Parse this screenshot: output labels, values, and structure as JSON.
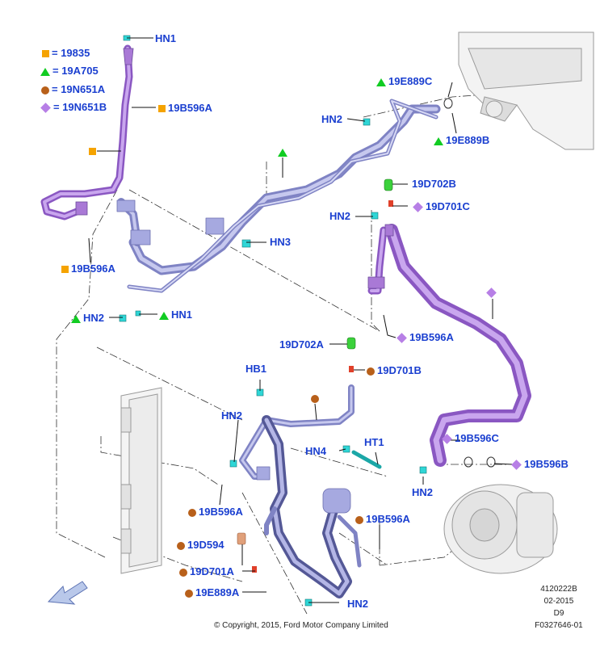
{
  "legend": [
    {
      "symbol": "square",
      "color": "#f5a300",
      "text": "= 19835"
    },
    {
      "symbol": "triangle",
      "color": "#11cc22",
      "text": "= 19A705"
    },
    {
      "symbol": "circle",
      "color": "#b8601a",
      "text": "= 19N651A"
    },
    {
      "symbol": "diamond",
      "color": "#b77fe6",
      "text": "= 19N651B"
    }
  ],
  "callouts": {
    "hn1_top": "HN1",
    "b596a_top": "19B596A",
    "b596a_left": "19B596A",
    "hn2_left": "HN2",
    "hn1_left": "HN1",
    "e889c": "19E889C",
    "hn2_upper": "HN2",
    "e889b": "19E889B",
    "d702b": "19D702B",
    "d701c": "19D701C",
    "hn2_mid": "HN2",
    "hn3": "HN3",
    "b596a_mid": "19B596A",
    "d702a": "19D702A",
    "d701b": "19D701B",
    "hb1": "HB1",
    "hn2_low": "HN2",
    "hn4": "HN4",
    "ht1": "HT1",
    "b596c": "19B596C",
    "b596b": "19B596B",
    "hn2_right": "HN2",
    "b596a_low": "19B596A",
    "b596a_lowmid": "19B596A",
    "d594": "19D594",
    "d701a": "19D701A",
    "e889a": "19E889A",
    "hn2_bottom": "HN2"
  },
  "footer": {
    "copyright": "© Copyright, 2015, Ford Motor Company Limited",
    "ref_1": "4120222B",
    "ref_2": "02-2015",
    "ref_3": "D9",
    "ref_4": "F0327646-01"
  },
  "colors": {
    "label": "#1a3fd0",
    "pipe_purple": "#a979d6",
    "pipe_blue": "#9c9fd8",
    "clip_cyan": "#2fd6d6",
    "fitting_green": "#3bd13b",
    "fitting_red": "#e0402a"
  }
}
